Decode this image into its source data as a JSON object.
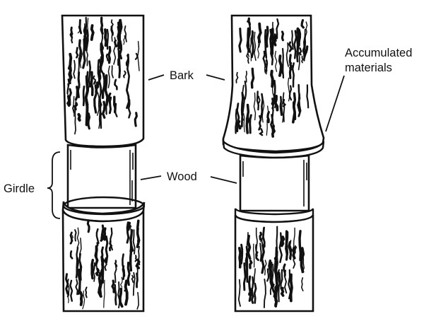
{
  "labels": {
    "bark": "Bark",
    "wood": "Wood",
    "girdle": "Girdle",
    "accumulated_line1": "Accumulated",
    "accumulated_line2": "materials"
  },
  "colors": {
    "ink": "#111111",
    "wood_fill": "#ffffff",
    "background": "#ffffff"
  }
}
